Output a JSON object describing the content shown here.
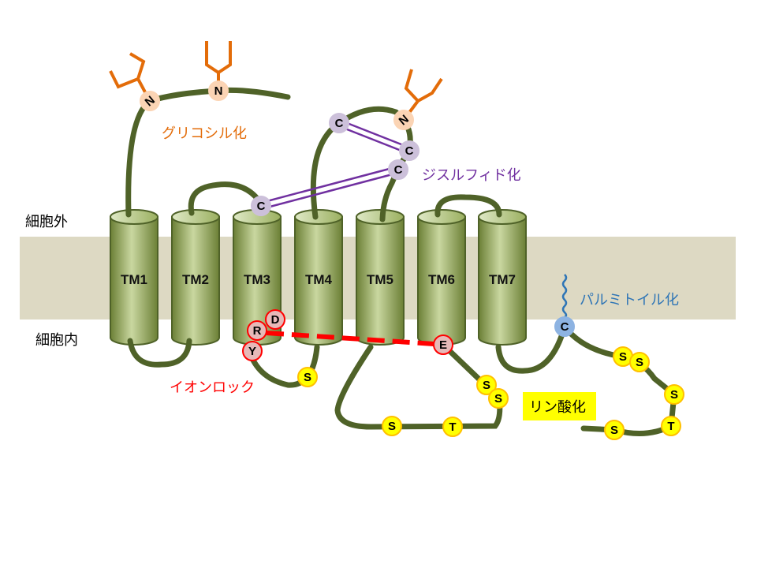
{
  "regions": {
    "extracellular": "細胞外",
    "intracellular": "細胞内"
  },
  "helices": [
    "TM1",
    "TM2",
    "TM3",
    "TM4",
    "TM5",
    "TM6",
    "TM7"
  ],
  "modifications": {
    "glycosylation": "グリコシル化",
    "disulfide": "ジスルフィド化",
    "palmitoylation": "パルミトイル化",
    "ionic_lock": "イオンロック",
    "phosphorylation": "リン酸化"
  },
  "residues": {
    "glyco": [
      "N",
      "N",
      "N"
    ],
    "cys_disulfide": [
      "C",
      "C",
      "C",
      "C"
    ],
    "cys_palmitoyl": "C",
    "ionic_lock": [
      "D",
      "R",
      "Y",
      "E"
    ],
    "phospho": [
      "S",
      "S",
      "S",
      "S",
      "T",
      "S",
      "S",
      "S",
      "T",
      "S"
    ]
  },
  "colors": {
    "chain": "#4f6228",
    "membrane": "#ddd9c3",
    "glyco": "#e36c09",
    "disulfide": "#7030a0",
    "palmitoyl": "#2e75b6",
    "ionic": "#ff0000",
    "phospho_fill": "#ffff00"
  }
}
